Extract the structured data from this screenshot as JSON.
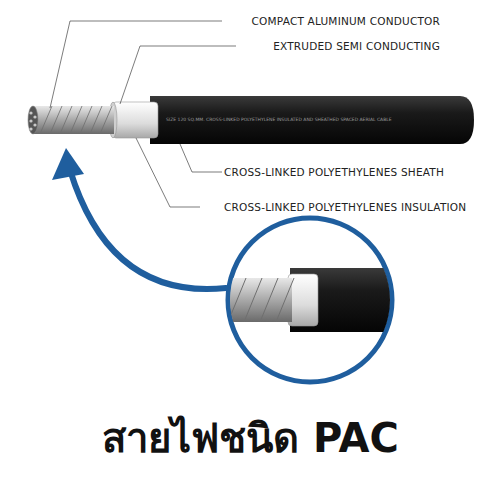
{
  "diagram": {
    "title": "สายไฟชนิด PAC",
    "labels": [
      "COMPACT ALUMINUM CONDUCTOR",
      "EXTRUDED SEMI CONDUCTING",
      "CROSS-LINKED POLYETHYLENES SHEATH",
      "CROSS-LINKED POLYETHYLENES INSULATION",
      "SIZE 120 SQ.MM. CROSS-LINKED POLYETHYLENE INSULATED AND SHEATHED SPACED AERIAL CABLE"
    ]
  }
}
